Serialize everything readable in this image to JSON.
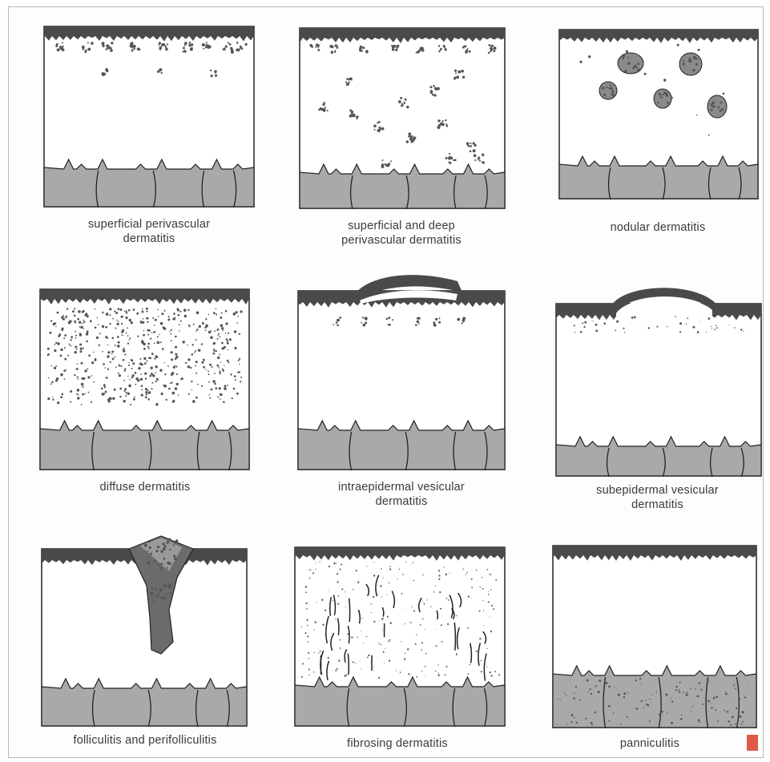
{
  "figure": {
    "panels": [
      {
        "id": "p1",
        "pattern": "superficial-perivascular",
        "caption": [
          "superficial perivascular",
          "dermatitis"
        ]
      },
      {
        "id": "p2",
        "pattern": "superficial-deep-perivascular",
        "caption": [
          "superficial and deep",
          "perivascular dermatitis"
        ]
      },
      {
        "id": "p3",
        "pattern": "nodular",
        "caption": [
          "nodular dermatitis"
        ]
      },
      {
        "id": "p4",
        "pattern": "diffuse",
        "caption": [
          "diffuse dermatitis"
        ]
      },
      {
        "id": "p5",
        "pattern": "intraepidermal-vesicular",
        "caption": [
          "intraepidermal vesicular",
          "dermatitis"
        ]
      },
      {
        "id": "p6",
        "pattern": "subepidermal-vesicular",
        "caption": [
          "subepidermal vesicular",
          "dermatitis"
        ]
      },
      {
        "id": "p7",
        "pattern": "folliculitis",
        "caption": [
          "folliculitis and perifolliculitis"
        ]
      },
      {
        "id": "p8",
        "pattern": "fibrosing",
        "caption": [
          "fibrosing dermatitis"
        ]
      },
      {
        "id": "p9",
        "pattern": "panniculitis",
        "caption": [
          "panniculitis"
        ]
      }
    ],
    "colors": {
      "epidermis": "#4a4a4a",
      "dermis": "#ffffff",
      "subcutis": "#a9a9a9",
      "outline": "#222222",
      "infiltrate": "#555555",
      "accent": "#e05a4a"
    }
  }
}
